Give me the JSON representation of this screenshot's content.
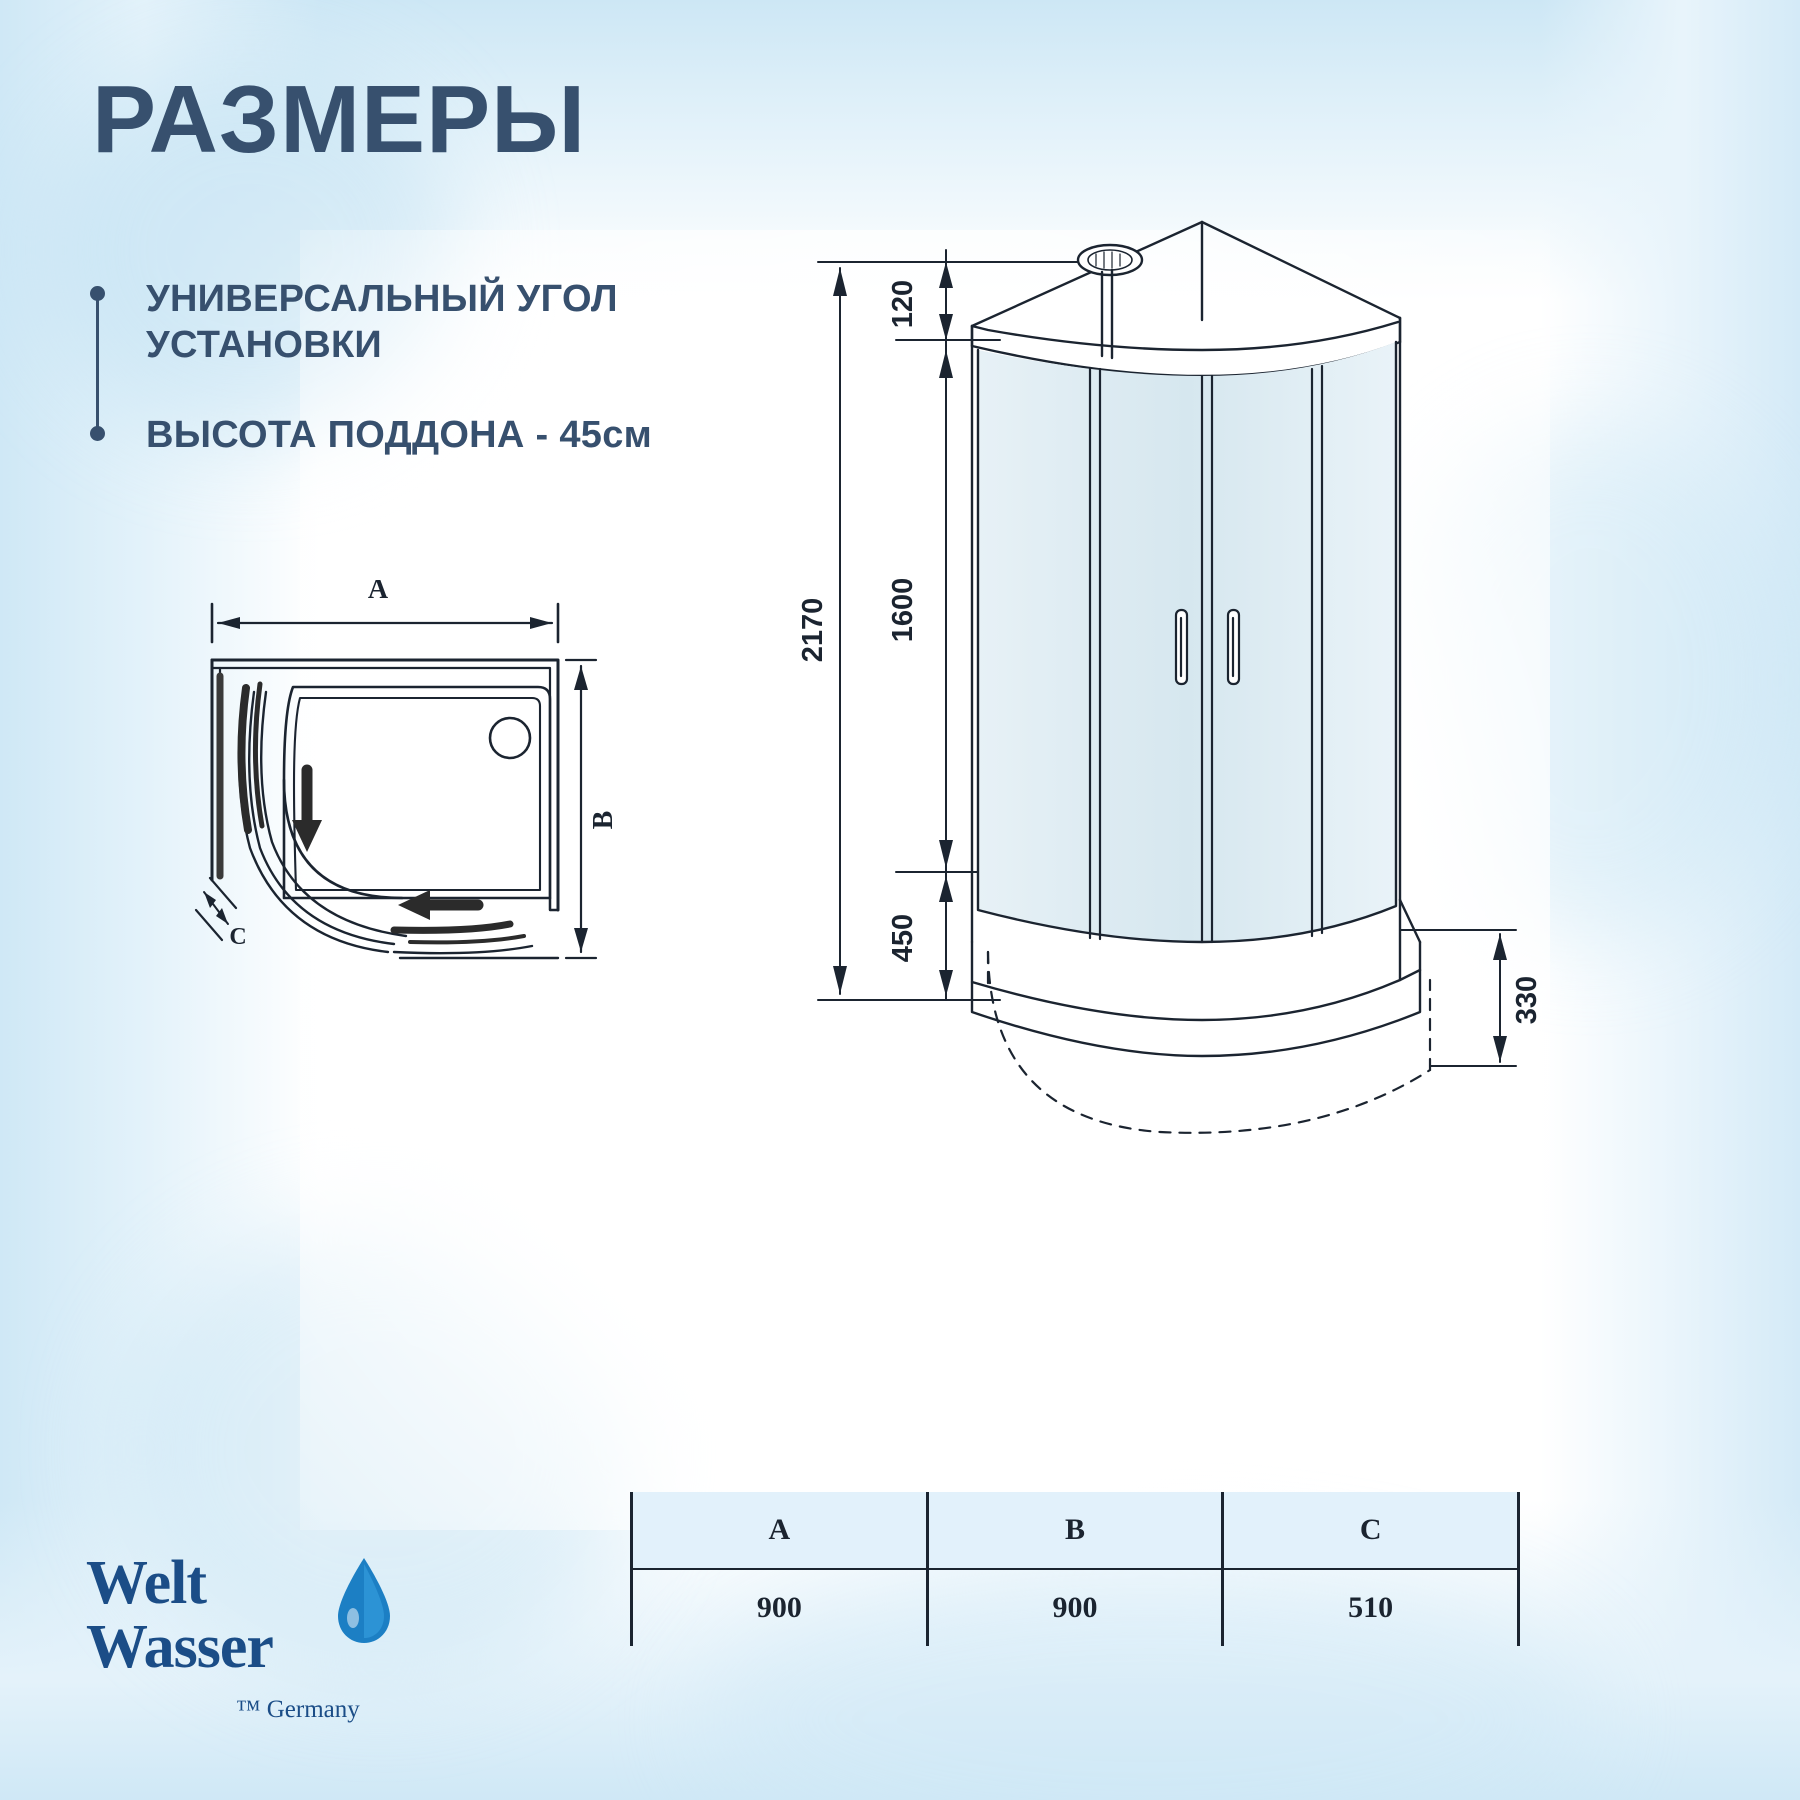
{
  "header": {
    "title": "РАЗМЕРЫ",
    "bullets": [
      "УНИВЕРСАЛЬНЫЙ УГОЛ УСТАНОВКИ",
      "ВЫСОТА ПОДДОНА - 45см"
    ]
  },
  "colors": {
    "brand_navy": "#37506e",
    "logo_blue": "#1b4d87",
    "line_black": "#1b2430",
    "table_header_bg": "#e2f1fb",
    "background_blue": "#cfe8f6"
  },
  "top_view": {
    "label_a": "A",
    "label_b": "B",
    "label_c": "C",
    "caption": "top-view plan of quadrant shower tray with sliding door travel arrows"
  },
  "iso_view": {
    "dim_120": "120",
    "dim_2170": "2170",
    "dim_1600": "1600",
    "dim_450": "450",
    "dim_330": "330",
    "caption": "isometric view of quadrant shower enclosure with shower head"
  },
  "dim_table": {
    "headers": [
      "A",
      "B",
      "C"
    ],
    "values": [
      "900",
      "900",
      "510"
    ]
  },
  "logo": {
    "line1": "Welt",
    "line2": "Wasser",
    "tagline": "™ Germany",
    "icon": "water-drop-icon"
  },
  "chart_data": {
    "type": "table",
    "title": "РАЗМЕРЫ",
    "categories": [
      "A",
      "B",
      "C"
    ],
    "values": [
      900,
      900,
      510
    ],
    "units": "mm",
    "annotations": [
      {
        "label": "120",
        "value": 120,
        "units": "mm",
        "description": "top rail height above glass"
      },
      {
        "label": "2170",
        "value": 2170,
        "units": "mm",
        "description": "overall enclosure height"
      },
      {
        "label": "1600",
        "value": 1600,
        "units": "mm",
        "description": "glass panel height"
      },
      {
        "label": "450",
        "value": 450,
        "units": "mm",
        "description": "tray height"
      },
      {
        "label": "330",
        "value": 330,
        "units": "mm",
        "description": "tray skirt depth"
      }
    ]
  }
}
